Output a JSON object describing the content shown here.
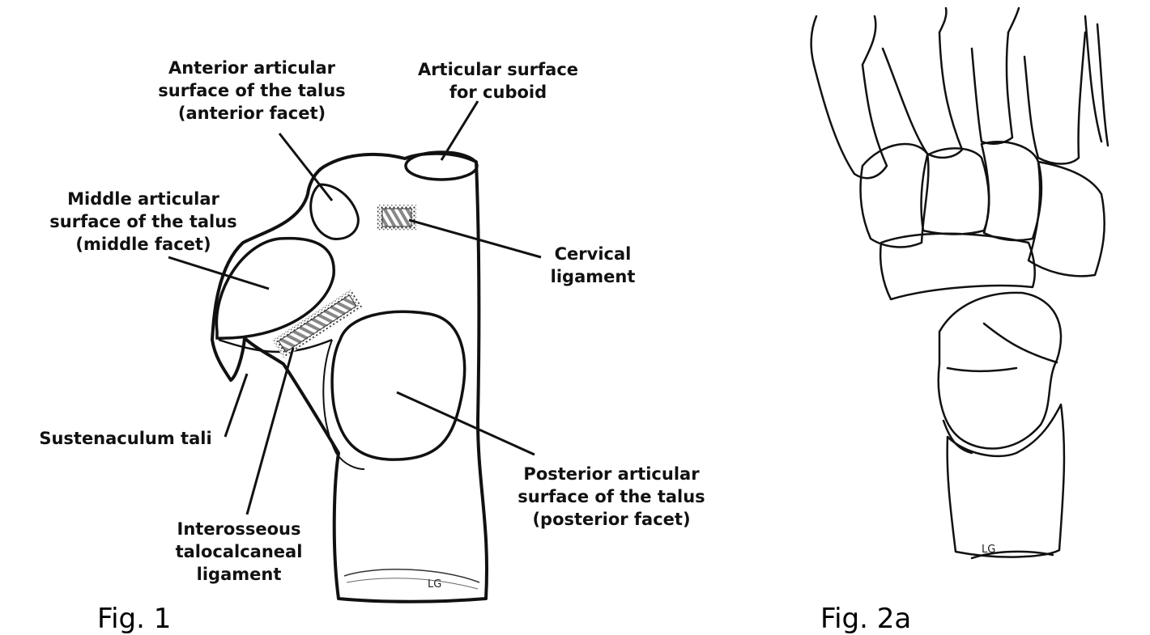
{
  "labels": {
    "anterior_facet": "Anterior articular\nsurface of the talus\n(anterior facet)",
    "cuboid_surface": "Articular surface\nfor cuboid",
    "middle_facet": "Middle articular\nsurface of the talus\n(middle facet)",
    "cervical_ligament": "Cervical\nligament",
    "sustentaculum": "Sustenaculum tali",
    "posterior_facet": "Posterior articular\nsurface of the talus\n(posterior facet)",
    "interosseous": "Interosseous\ntalocalcaneal\nligament",
    "signature_fig1": "LG",
    "signature_fig2": "LG"
  },
  "captions": {
    "fig1": "Fig. 1",
    "fig2a": "Fig. 2a"
  },
  "colors": {
    "ink": "#111111",
    "background": "#ffffff"
  }
}
